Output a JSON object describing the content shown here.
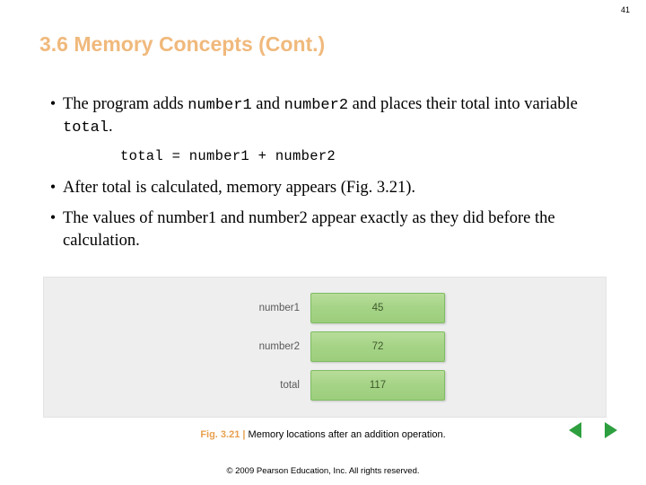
{
  "slide": {
    "page_number": "41",
    "title": "3.6  Memory Concepts (Cont.)",
    "bullets": [
      {
        "mark": "•",
        "parts": [
          {
            "text": "The program adds ",
            "mono": false
          },
          {
            "text": "number1",
            "mono": true
          },
          {
            "text": " and ",
            "mono": false
          },
          {
            "text": "number2",
            "mono": true
          },
          {
            "text": " and places their total into variable ",
            "mono": false
          },
          {
            "text": "total",
            "mono": true
          },
          {
            "text": ".",
            "mono": false
          }
        ]
      },
      {
        "mark": "•",
        "parts": [
          {
            "text": "After total is calculated, memory appears (Fig. 3.21).",
            "mono": false
          }
        ]
      },
      {
        "mark": "•",
        "parts": [
          {
            "text": "The values of number1 and number2 appear exactly as they did before the calculation.",
            "mono": false
          }
        ]
      }
    ],
    "code_line": "total = number1 + number2"
  },
  "figure": {
    "rows": [
      {
        "label": "number1",
        "value": "45"
      },
      {
        "label": "number2",
        "value": "72"
      },
      {
        "label": "total",
        "value": "117"
      }
    ],
    "caption_number": "Fig. 3.21",
    "caption_separator": "|",
    "caption_text": "Memory locations after an addition operation."
  },
  "footer": {
    "copyright": "© 2009 Pearson Education, Inc. All rights reserved."
  },
  "nav": {
    "prev_label": "previous-slide",
    "next_label": "next-slide"
  },
  "colors": {
    "title": "#f0b97c",
    "accent": "#e8a04f",
    "cell_fill": "#a6d487",
    "nav_arrow": "#2d9f3f",
    "figure_bg": "#eeeeee"
  }
}
